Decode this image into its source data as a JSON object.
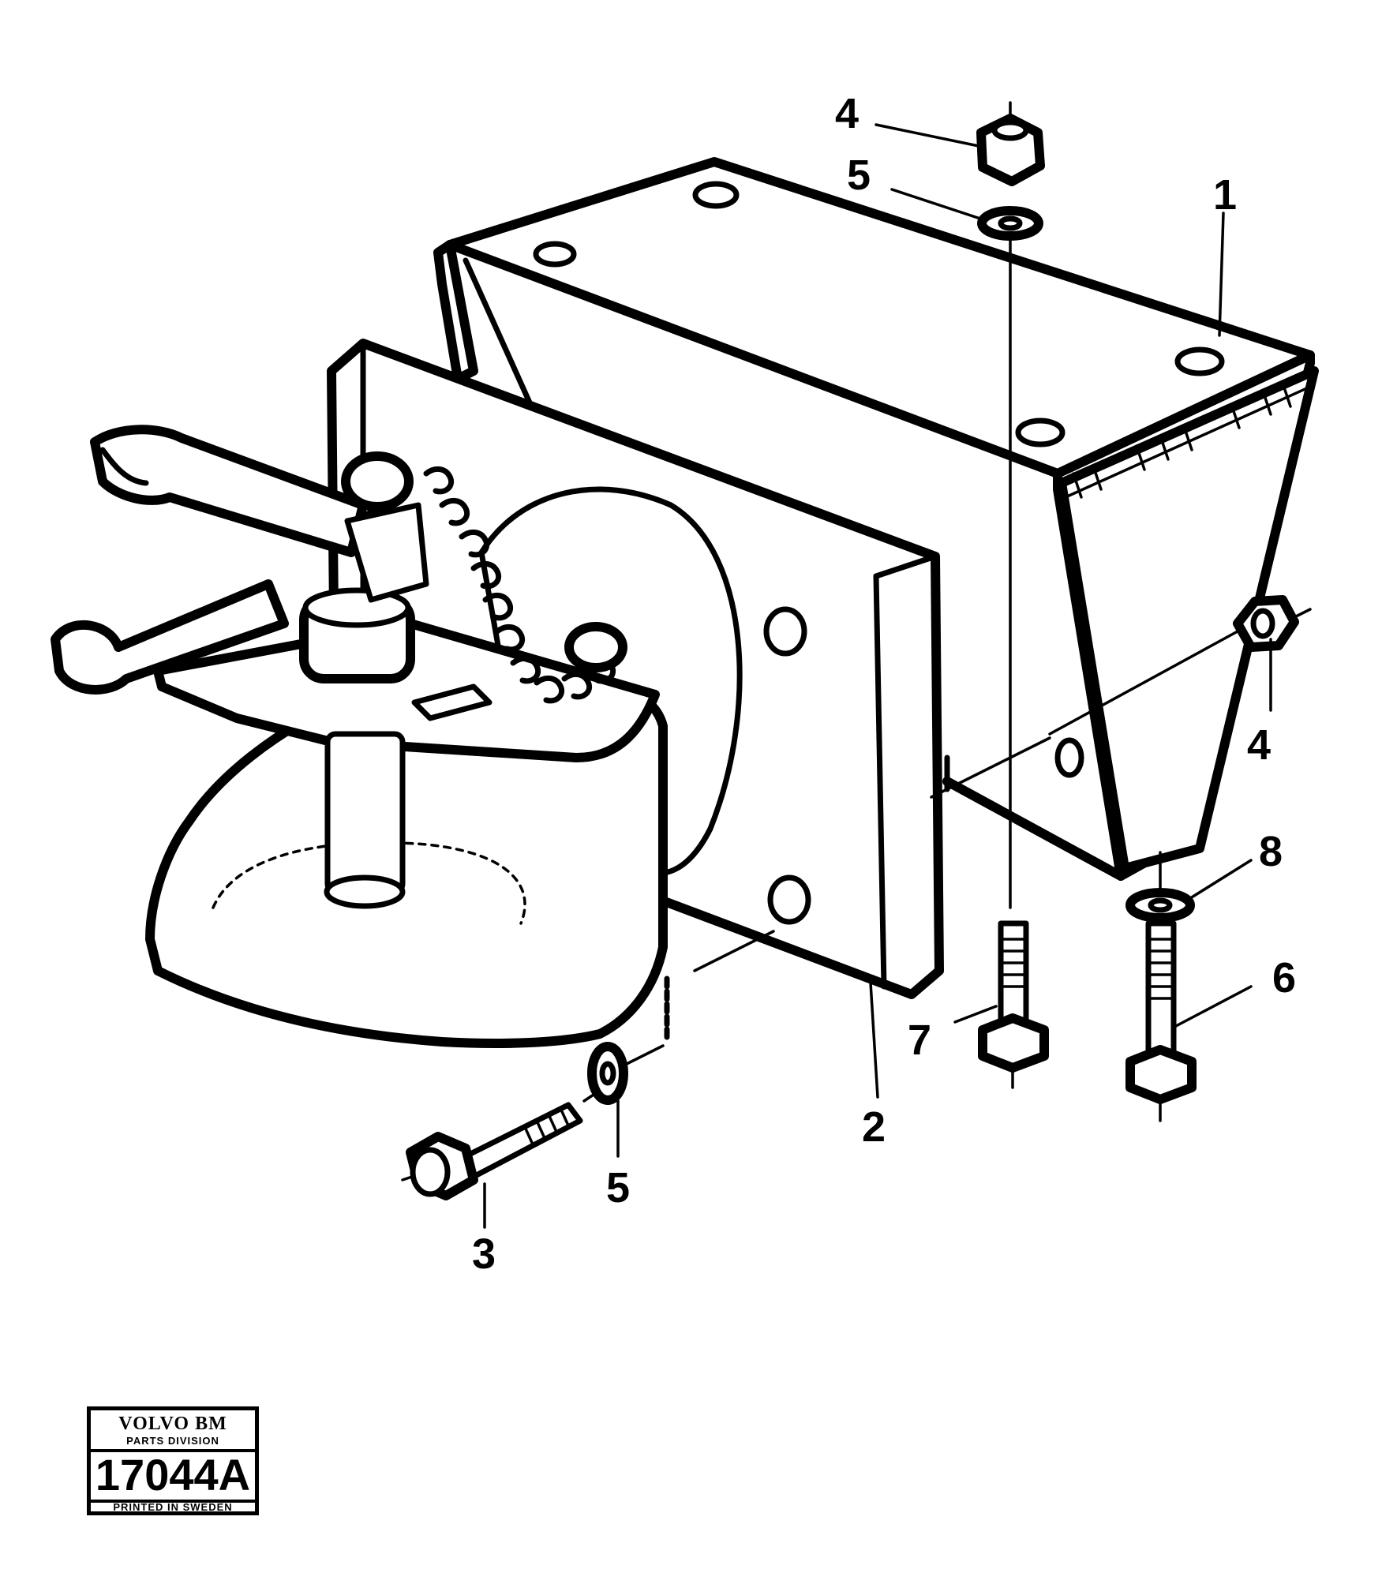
{
  "callouts": [
    {
      "id": "c-4-top",
      "label": "4"
    },
    {
      "id": "c-5-top",
      "label": "5"
    },
    {
      "id": "c-1",
      "label": "1"
    },
    {
      "id": "c-4-right",
      "label": "4"
    },
    {
      "id": "c-8",
      "label": "8"
    },
    {
      "id": "c-6",
      "label": "6"
    },
    {
      "id": "c-7",
      "label": "7"
    },
    {
      "id": "c-2",
      "label": "2"
    },
    {
      "id": "c-5-bottom",
      "label": "5"
    },
    {
      "id": "c-3",
      "label": "3"
    }
  ],
  "stamp": {
    "brand": "VOLVO BM",
    "division": "PARTS DIVISION",
    "code": "17044A",
    "printed": "PRINTED IN SWEDEN"
  }
}
